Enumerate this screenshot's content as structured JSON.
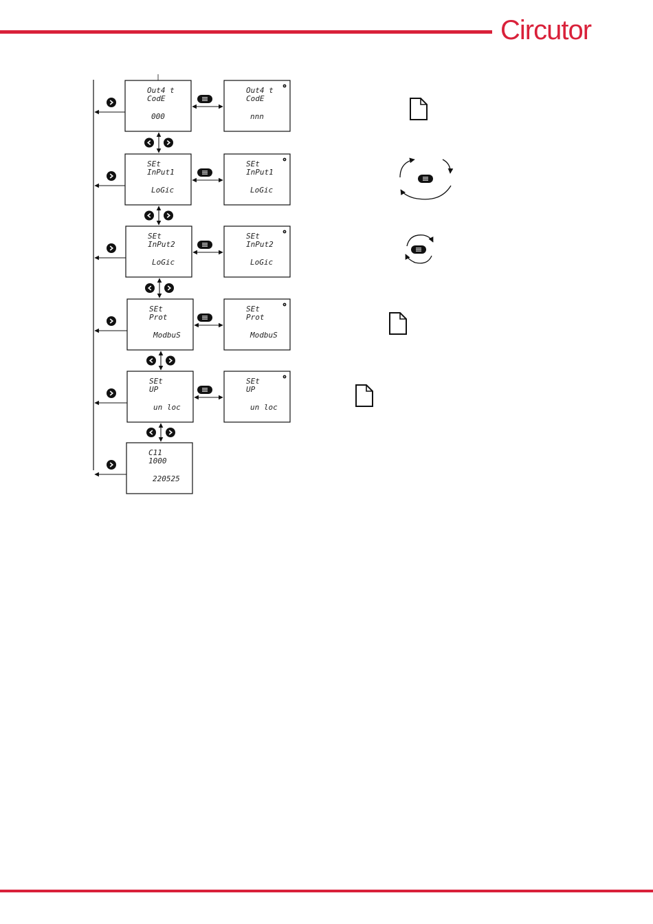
{
  "brand": {
    "name": "Circutor",
    "color": "#d9213a"
  },
  "screens": [
    {
      "left": [
        "Out4 t",
        "CodE",
        "000"
      ],
      "right": [
        "Out4 t",
        "CodE",
        "nnn"
      ]
    },
    {
      "left": [
        "SEt",
        " InPut1",
        "LoGic"
      ],
      "right": [
        "SEt",
        " InPut1",
        "LoGic"
      ]
    },
    {
      "left": [
        "SEt",
        " InPut2",
        "LoGic"
      ],
      "right": [
        "SEt",
        " InPut2",
        "LoGic"
      ]
    },
    {
      "left": [
        "SEt",
        "Prot",
        "ModbuS"
      ],
      "right": [
        "SEt",
        "Prot",
        "ModbuS"
      ]
    },
    {
      "left": [
        "SEt",
        "UP",
        "un loc"
      ],
      "right": [
        "SEt",
        "UP",
        "un loc"
      ]
    },
    {
      "left": [
        "C11",
        "1000",
        "220525"
      ],
      "right": null
    }
  ],
  "icons": {
    "next": "chevron-right-icon",
    "prev": "chevron-left-icon",
    "menu": "menu-button-icon",
    "note": "document-icon",
    "edit": "edit-indicator-icon"
  }
}
